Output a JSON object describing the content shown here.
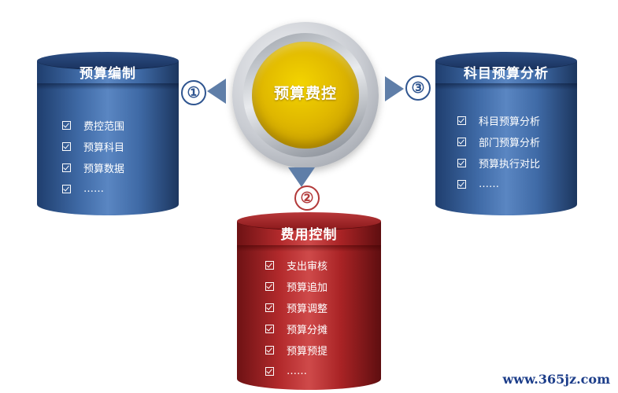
{
  "center": {
    "label": "预算费控"
  },
  "steps": {
    "one": "①",
    "two": "②",
    "three": "③"
  },
  "budget_prep": {
    "title": "预算编制",
    "items": [
      "费控范围",
      "预算科目",
      "预算数据",
      "……"
    ]
  },
  "subject_analysis": {
    "title": "科目预算分析",
    "items": [
      "科目预算分析",
      "部门预算分析",
      "预算执行对比",
      "……"
    ]
  },
  "cost_control": {
    "title": "费用控制",
    "items": [
      "支出审核",
      "预算追加",
      "预算调整",
      "预算分摊",
      "预算预提",
      "……"
    ]
  },
  "watermark": "www.365jz.com",
  "colors": {
    "blue": "#3f6aa6",
    "red": "#b32a2c",
    "gold": "#e0b800",
    "arrow": "#5f7ea8"
  }
}
